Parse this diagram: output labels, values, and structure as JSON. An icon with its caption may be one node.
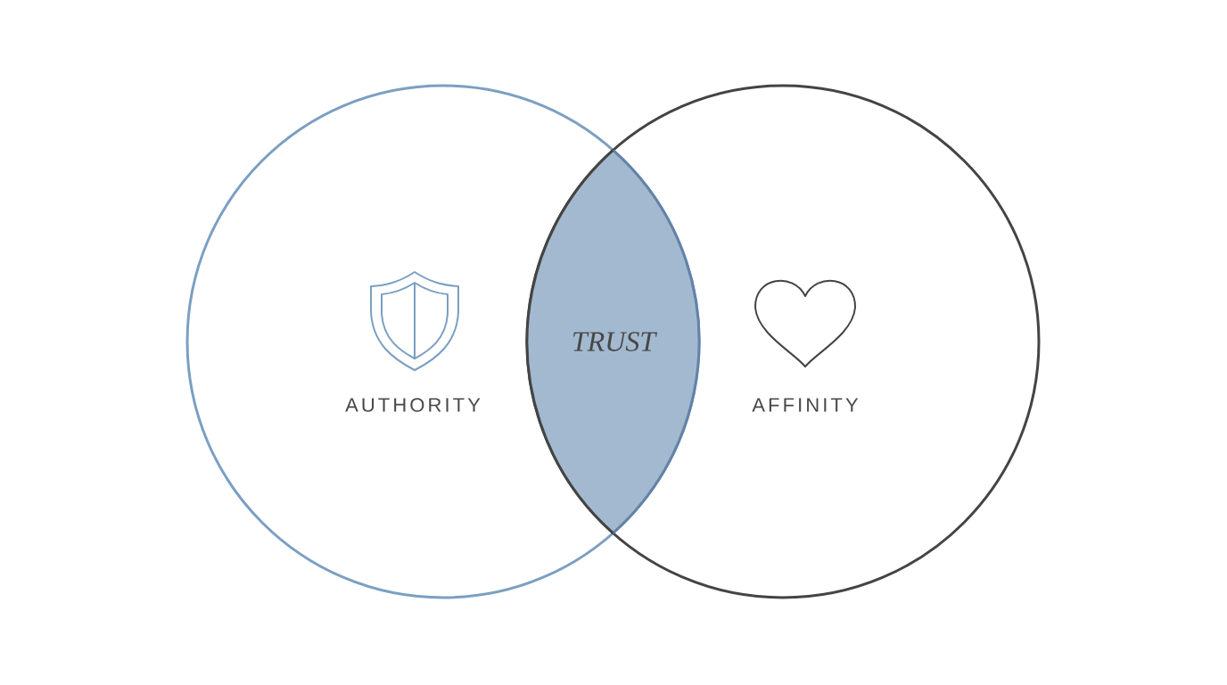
{
  "diagram": {
    "nodes": [
      {
        "text": [
          "AUTHORITY"
        ]
      },
      {
        "text": [
          "AFFINITY"
        ]
      },
      {
        "text": [
          "TRUST"
        ]
      }
    ]
  }
}
